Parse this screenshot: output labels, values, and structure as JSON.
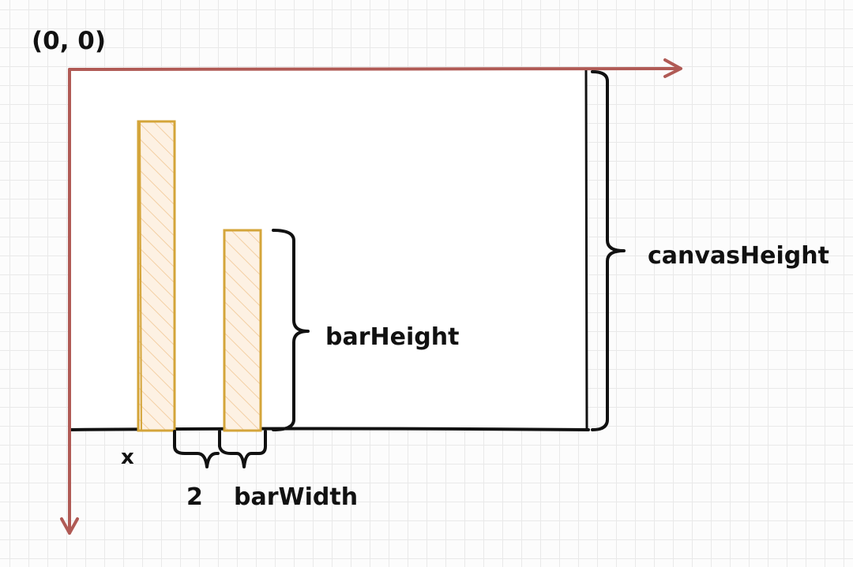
{
  "labels": {
    "origin": "(0, 0)",
    "canvas_height": "canvasHeight",
    "bar_height": "barHeight",
    "x": "x",
    "gap": "2",
    "bar_width": "barWidth"
  },
  "colors": {
    "axis": "#b05a55",
    "bar_stroke": "#d4a53a",
    "bar_fill": "#fdf1e3",
    "bar_hatch": "#f3cfa3",
    "ink": "#111111",
    "canvas_fill": "#ffffff"
  }
}
